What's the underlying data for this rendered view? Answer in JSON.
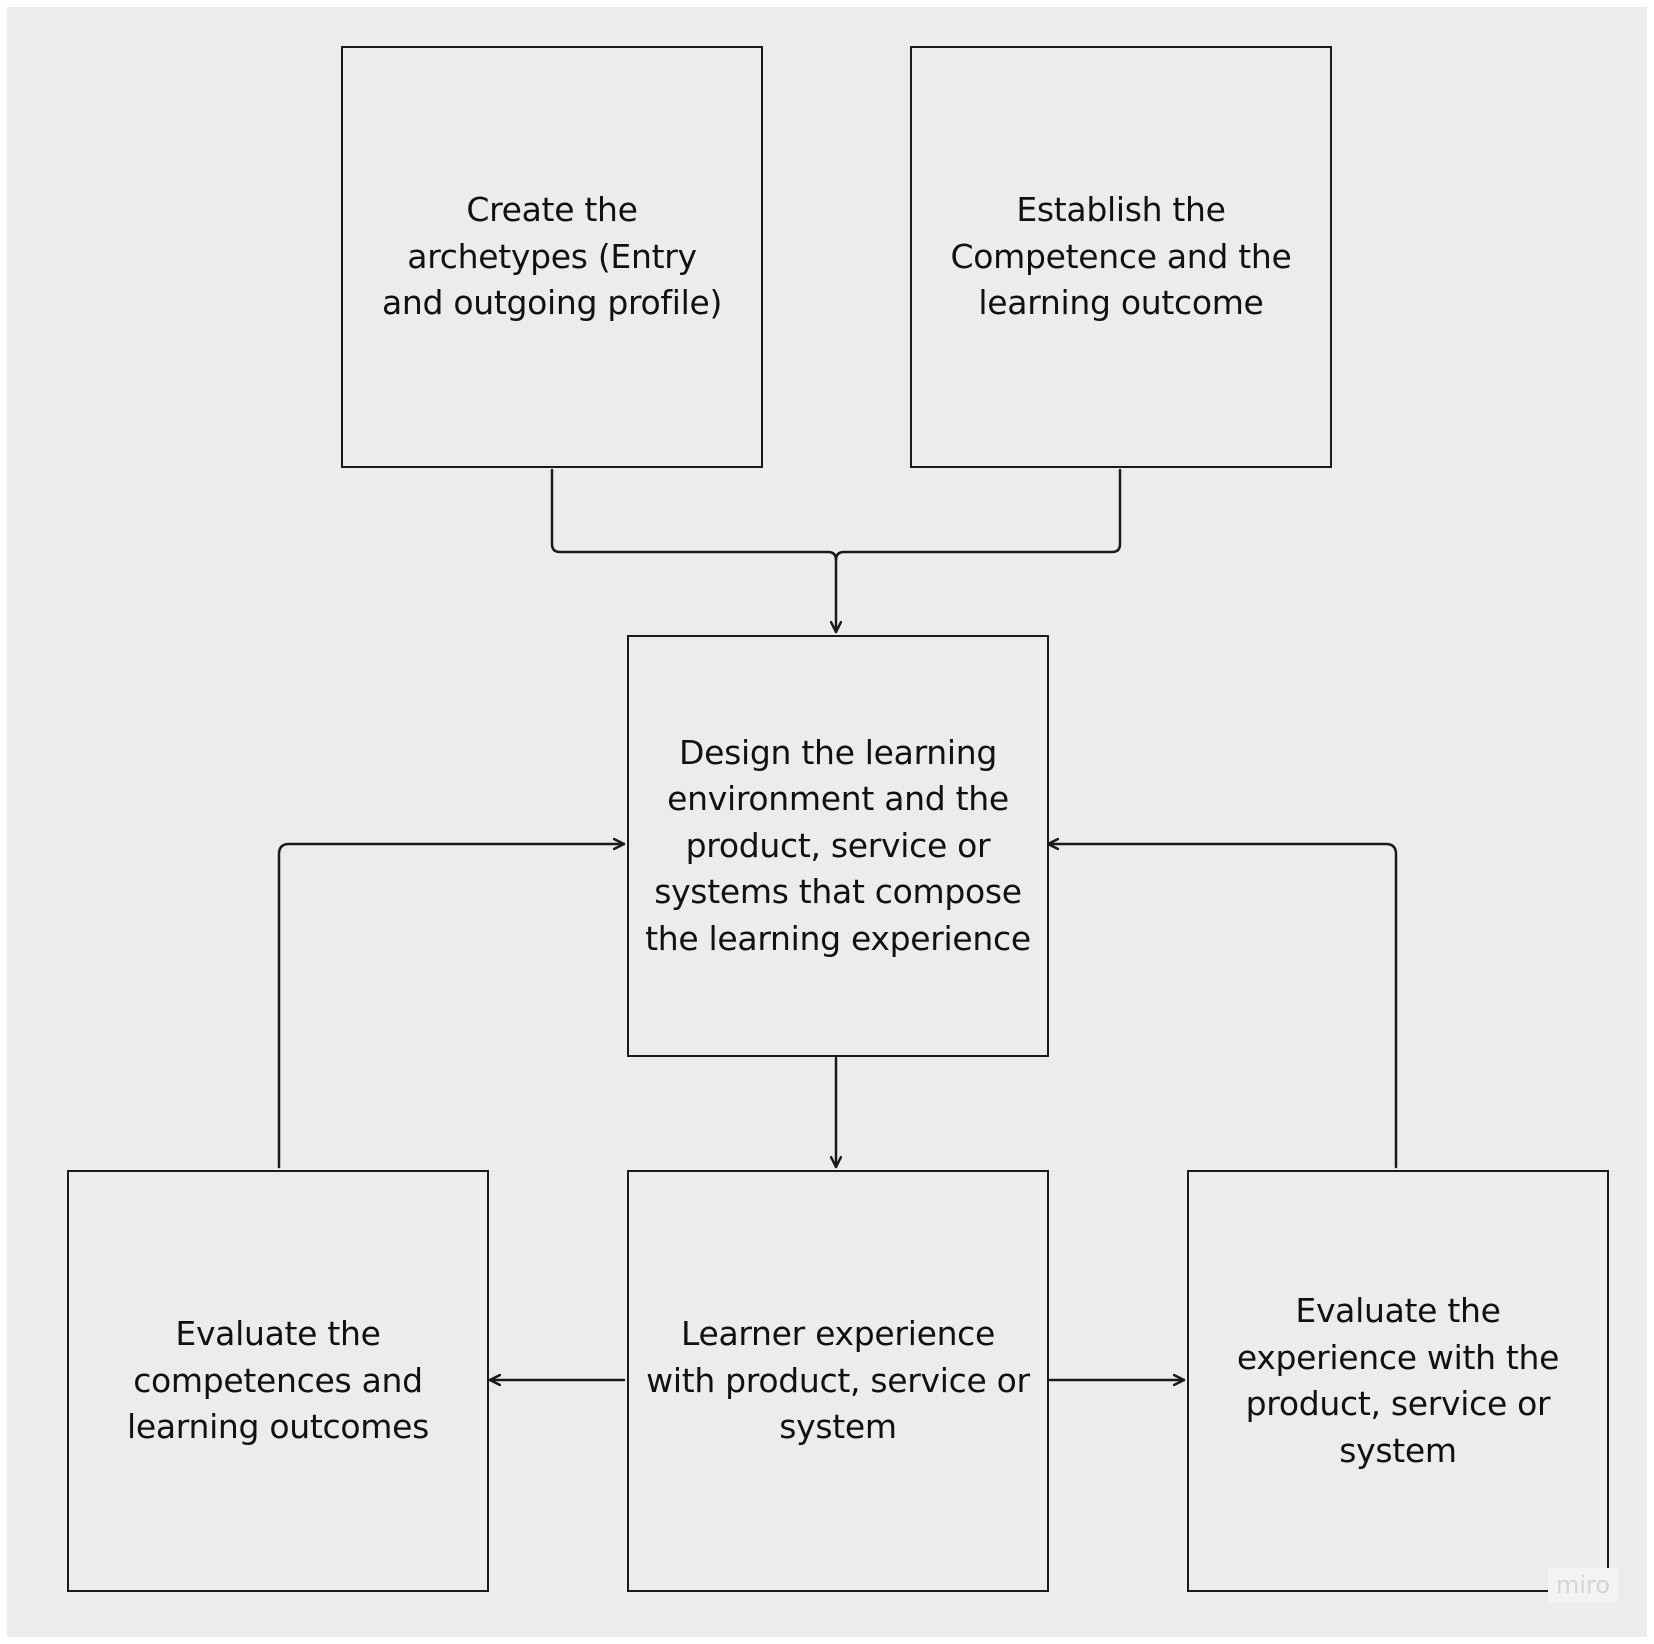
{
  "diagram": {
    "nodes": {
      "archetypes": {
        "label": "Create the archetypes (Entry and outgoing profile)"
      },
      "competence": {
        "label": "Establish the Competence and the learning outcome"
      },
      "design": {
        "label": "Design the learning environment and the product, service or systems that compose the learning experience"
      },
      "evaluate_competences": {
        "label": "Evaluate the competences and learning outcomes"
      },
      "learner_experience": {
        "label": "Learner experience with product, service or system"
      },
      "evaluate_experience": {
        "label": "Evaluate the experience with the product, service or system"
      }
    },
    "edges": [
      {
        "from": "archetypes",
        "to": "design"
      },
      {
        "from": "competence",
        "to": "design"
      },
      {
        "from": "design",
        "to": "learner_experience"
      },
      {
        "from": "learner_experience",
        "to": "evaluate_competences"
      },
      {
        "from": "learner_experience",
        "to": "evaluate_experience"
      },
      {
        "from": "evaluate_competences",
        "to": "design"
      },
      {
        "from": "evaluate_experience",
        "to": "design"
      }
    ],
    "colors": {
      "background": "#ececec",
      "border": "#1a1a1a",
      "text": "#111111"
    }
  },
  "watermark": {
    "text": "miro"
  }
}
